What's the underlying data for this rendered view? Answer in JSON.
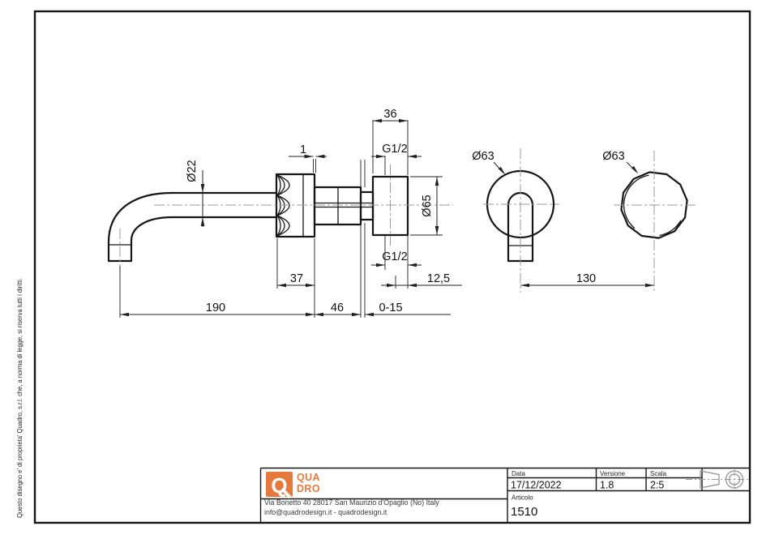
{
  "drawing": {
    "copyright": "Questo disegno e' di proprieta' Quadro, s.r.l. che, a norma di legge, si riserva tutti i diritti.",
    "dimensions": {
      "spout_tube_diameter": "Ø22",
      "handle_gap": "1",
      "body_depth": "36",
      "inlet_thread": "G1/2",
      "body_diameter": "Ø65",
      "handle_width": "37",
      "spout_reach": "190",
      "cartridge_length": "46",
      "wall_adjustment": "0-15",
      "outlet_thread": "G1/2",
      "outlet_offset": "12,5",
      "spout_plate_diameter": "Ø63",
      "handle_plate_diameter": "Ø63",
      "centre_distance": "130"
    }
  },
  "title_block": {
    "logo": {
      "letter": "Q",
      "line1": "QUA",
      "line2": "DRO"
    },
    "address": "Via Bonetto 40  28017 San Maurizio d'Opaglio (No) Italy",
    "contacts": "info@quadrodesign.it  -  quadrodesign.it",
    "fields": [
      {
        "label": "Data",
        "value": "17/12/2022"
      },
      {
        "label": "Versione",
        "value": "1.8"
      },
      {
        "label": "Scala",
        "value": "2:5"
      }
    ],
    "article_label": "Articolo",
    "article_value": "1510"
  },
  "colors": {
    "accent": "#E57A3C",
    "line": "#161616",
    "centerline": "#9b9b9b",
    "symbol": "#8f8f8f"
  }
}
